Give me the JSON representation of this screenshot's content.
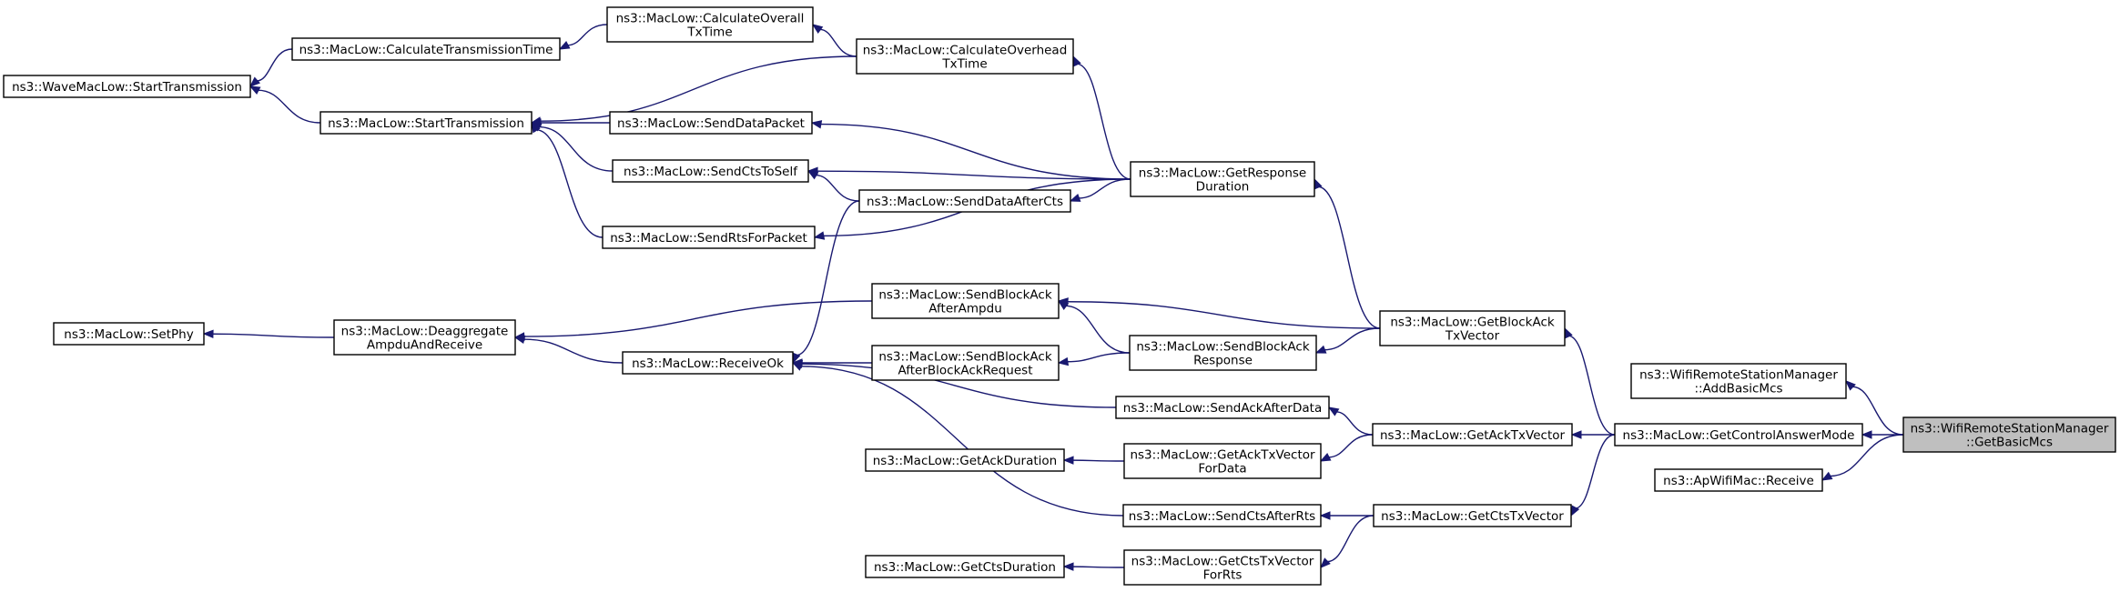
{
  "graph": {
    "nodes": [
      {
        "id": "WaveStart",
        "lines": [
          "ns3::WaveMacLow::StartTransmission"
        ]
      },
      {
        "id": "CalcTxTime",
        "lines": [
          "ns3::MacLow::CalculateTransmissionTime"
        ]
      },
      {
        "id": "StartTx",
        "lines": [
          "ns3::MacLow::StartTransmission"
        ]
      },
      {
        "id": "CalcOverall",
        "lines": [
          "ns3::MacLow::CalculateOverall",
          "TxTime"
        ]
      },
      {
        "id": "CalcOverhead",
        "lines": [
          "ns3::MacLow::CalculateOverhead",
          "TxTime"
        ]
      },
      {
        "id": "SendData",
        "lines": [
          "ns3::MacLow::SendDataPacket"
        ]
      },
      {
        "id": "SendCts",
        "lines": [
          "ns3::MacLow::SendCtsToSelf"
        ]
      },
      {
        "id": "SendRts",
        "lines": [
          "ns3::MacLow::SendRtsForPacket"
        ]
      },
      {
        "id": "SendDataAfterCts",
        "lines": [
          "ns3::MacLow::SendDataAfterCts"
        ]
      },
      {
        "id": "GetResponse",
        "lines": [
          "ns3::MacLow::GetResponse",
          "Duration"
        ]
      },
      {
        "id": "SetPhy",
        "lines": [
          "ns3::MacLow::SetPhy"
        ]
      },
      {
        "id": "Deaggregate",
        "lines": [
          "ns3::MacLow::Deaggregate",
          "AmpduAndReceive"
        ]
      },
      {
        "id": "ReceiveOk",
        "lines": [
          "ns3::MacLow::ReceiveOk"
        ]
      },
      {
        "id": "SendBAAmpdu",
        "lines": [
          "ns3::MacLow::SendBlockAck",
          "AfterAmpdu"
        ]
      },
      {
        "id": "SendBAReq",
        "lines": [
          "ns3::MacLow::SendBlockAck",
          "AfterBlockAckRequest"
        ]
      },
      {
        "id": "SendBAResp",
        "lines": [
          "ns3::MacLow::SendBlockAck",
          "Response"
        ]
      },
      {
        "id": "GetBAVec",
        "lines": [
          "ns3::MacLow::GetBlockAck",
          "TxVector"
        ]
      },
      {
        "id": "SendAckAfterData",
        "lines": [
          "ns3::MacLow::SendAckAfterData"
        ]
      },
      {
        "id": "GetAckDur",
        "lines": [
          "ns3::MacLow::GetAckDuration"
        ]
      },
      {
        "id": "GetAckVecData",
        "lines": [
          "ns3::MacLow::GetAckTxVector",
          "ForData"
        ]
      },
      {
        "id": "GetAckVec",
        "lines": [
          "ns3::MacLow::GetAckTxVector"
        ]
      },
      {
        "id": "GetCtrlMode",
        "lines": [
          "ns3::MacLow::GetControlAnswerMode"
        ]
      },
      {
        "id": "AddBasicMcs",
        "lines": [
          "ns3::WifiRemoteStationManager",
          "::AddBasicMcs"
        ]
      },
      {
        "id": "ApReceive",
        "lines": [
          "ns3::ApWifiMac::Receive"
        ]
      },
      {
        "id": "GetBasicMcs",
        "lines": [
          "ns3::WifiRemoteStationManager",
          "::GetBasicMcs"
        ],
        "root": true
      },
      {
        "id": "SendCtsAfterRts",
        "lines": [
          "ns3::MacLow::SendCtsAfterRts"
        ]
      },
      {
        "id": "GetCtsVec",
        "lines": [
          "ns3::MacLow::GetCtsTxVector"
        ]
      },
      {
        "id": "GetCtsDur",
        "lines": [
          "ns3::MacLow::GetCtsDuration"
        ]
      },
      {
        "id": "GetCtsVecRts",
        "lines": [
          "ns3::MacLow::GetCtsTxVector",
          "ForRts"
        ]
      }
    ],
    "edges": [
      {
        "from": "WaveStart",
        "to": "CalcTxTime"
      },
      {
        "from": "CalcTxTime",
        "to": "CalcOverall"
      },
      {
        "from": "CalcOverall",
        "to": "CalcOverhead"
      },
      {
        "from": "WaveStart",
        "to": "StartTx"
      },
      {
        "from": "StartTx",
        "to": "CalcOverhead"
      },
      {
        "from": "StartTx",
        "to": "SendData"
      },
      {
        "from": "StartTx",
        "to": "SendCts"
      },
      {
        "from": "StartTx",
        "to": "SendRts"
      },
      {
        "from": "CalcOverhead",
        "to": "GetResponse"
      },
      {
        "from": "SendData",
        "to": "GetResponse"
      },
      {
        "from": "SendCts",
        "to": "GetResponse"
      },
      {
        "from": "SendCts",
        "to": "SendDataAfterCts"
      },
      {
        "from": "SendDataAfterCts",
        "to": "GetResponse"
      },
      {
        "from": "SendRts",
        "to": "GetResponse"
      },
      {
        "from": "ReceiveOk",
        "to": "SendDataAfterCts"
      },
      {
        "from": "SetPhy",
        "to": "Deaggregate"
      },
      {
        "from": "Deaggregate",
        "to": "SendBAAmpdu"
      },
      {
        "from": "Deaggregate",
        "to": "ReceiveOk"
      },
      {
        "from": "ReceiveOk",
        "to": "SendBAReq"
      },
      {
        "from": "ReceiveOk",
        "to": "SendAckAfterData"
      },
      {
        "from": "ReceiveOk",
        "to": "SendCtsAfterRts"
      },
      {
        "from": "SendBAAmpdu",
        "to": "SendBAResp"
      },
      {
        "from": "SendBAAmpdu",
        "to": "GetBAVec"
      },
      {
        "from": "SendBAReq",
        "to": "SendBAResp"
      },
      {
        "from": "SendBAResp",
        "to": "GetBAVec"
      },
      {
        "from": "GetResponse",
        "to": "GetBAVec"
      },
      {
        "from": "GetBAVec",
        "to": "GetCtrlMode"
      },
      {
        "from": "SendAckAfterData",
        "to": "GetAckVec"
      },
      {
        "from": "GetAckDur",
        "to": "GetAckVecData"
      },
      {
        "from": "GetAckVecData",
        "to": "GetAckVec"
      },
      {
        "from": "GetAckVec",
        "to": "GetCtrlMode"
      },
      {
        "from": "SendCtsAfterRts",
        "to": "GetCtsVec"
      },
      {
        "from": "GetCtsDur",
        "to": "GetCtsVecRts"
      },
      {
        "from": "GetCtsVecRts",
        "to": "GetCtsVec"
      },
      {
        "from": "GetCtsVec",
        "to": "GetCtrlMode"
      },
      {
        "from": "GetCtrlMode",
        "to": "GetBasicMcs"
      },
      {
        "from": "AddBasicMcs",
        "to": "GetBasicMcs"
      },
      {
        "from": "ApReceive",
        "to": "GetBasicMcs"
      }
    ]
  }
}
